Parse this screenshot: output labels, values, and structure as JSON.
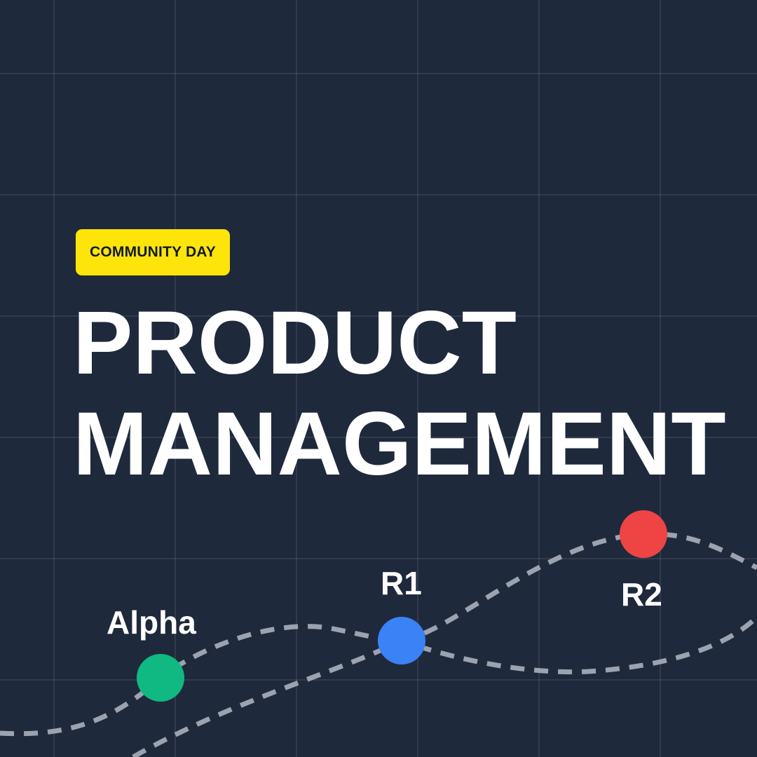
{
  "badge": {
    "label": "COMMUNITY DAY"
  },
  "headline": {
    "line1": "PRODUCT",
    "line2": "MANAGEMENT"
  },
  "milestones": [
    {
      "label": "Alpha",
      "color": "#10b981"
    },
    {
      "label": "R1",
      "color": "#3b82f6"
    },
    {
      "label": "R2",
      "color": "#ef4444"
    }
  ],
  "colors": {
    "background": "#1f293c",
    "badge": "#fde50b",
    "path": "#9ca3af",
    "text": "#ffffff"
  }
}
